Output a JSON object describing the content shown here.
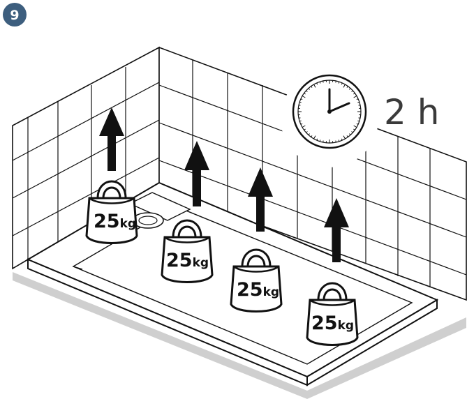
{
  "step": {
    "number": "9",
    "badge_color": "#3d5e7e"
  },
  "duration": {
    "label": "2 h"
  },
  "weights": [
    {
      "amount": "25",
      "unit": "kg"
    },
    {
      "amount": "25",
      "unit": "kg"
    },
    {
      "amount": "25",
      "unit": "kg"
    },
    {
      "amount": "25",
      "unit": "kg"
    }
  ],
  "icons": {
    "clock": "clock-icon",
    "arrow": "up-arrow-icon"
  },
  "colors": {
    "wall_tile": "#ffffff",
    "floor_shadow": "#cfcfcf",
    "tray": "#ffffff",
    "outline": "#111111"
  }
}
